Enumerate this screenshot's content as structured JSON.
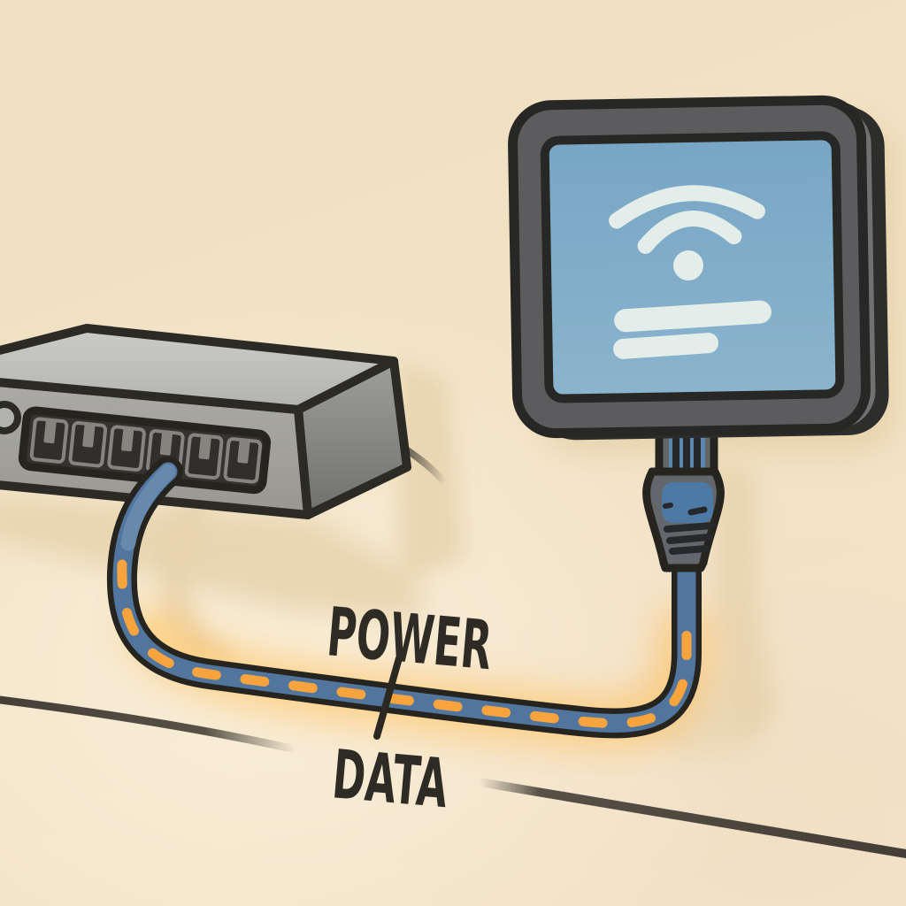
{
  "scene": {
    "title": "Power over Ethernet concept illustration",
    "background_color": "#f2e2c4",
    "outline_color": "#2c2a25",
    "shadow_color": "#e5d0a9",
    "glow_color": "#ffbb55"
  },
  "labels": {
    "power": "POWER",
    "data": "DATA",
    "color": "#2e2b25"
  },
  "switch": {
    "kind": "ethernet-switch",
    "port_count": 6,
    "top_color": "#c9c9c5",
    "front_color": "#a8a8a4",
    "side_color": "#9c9c98",
    "panel_color": "#34332f",
    "port_color": "#302f2b",
    "port_trim_color": "#85847e"
  },
  "cable": {
    "kind": "poe-ethernet-cable",
    "sheath_color": "#51759d",
    "jacket_outline_color": "#26241f",
    "dash_color": "#f8a43e"
  },
  "tablet": {
    "kind": "wifi-display-panel",
    "frame_color": "#5c5c5e",
    "screen_color": "#7fadc9",
    "glyph_color": "#e9f1ec",
    "screen_icon": "wifi-icon",
    "screen_line_count": 2
  },
  "connector": {
    "kind": "rj45-plug",
    "boot_color": "#63666a",
    "insert_color": "#4d79a5",
    "pin_count": 3
  }
}
